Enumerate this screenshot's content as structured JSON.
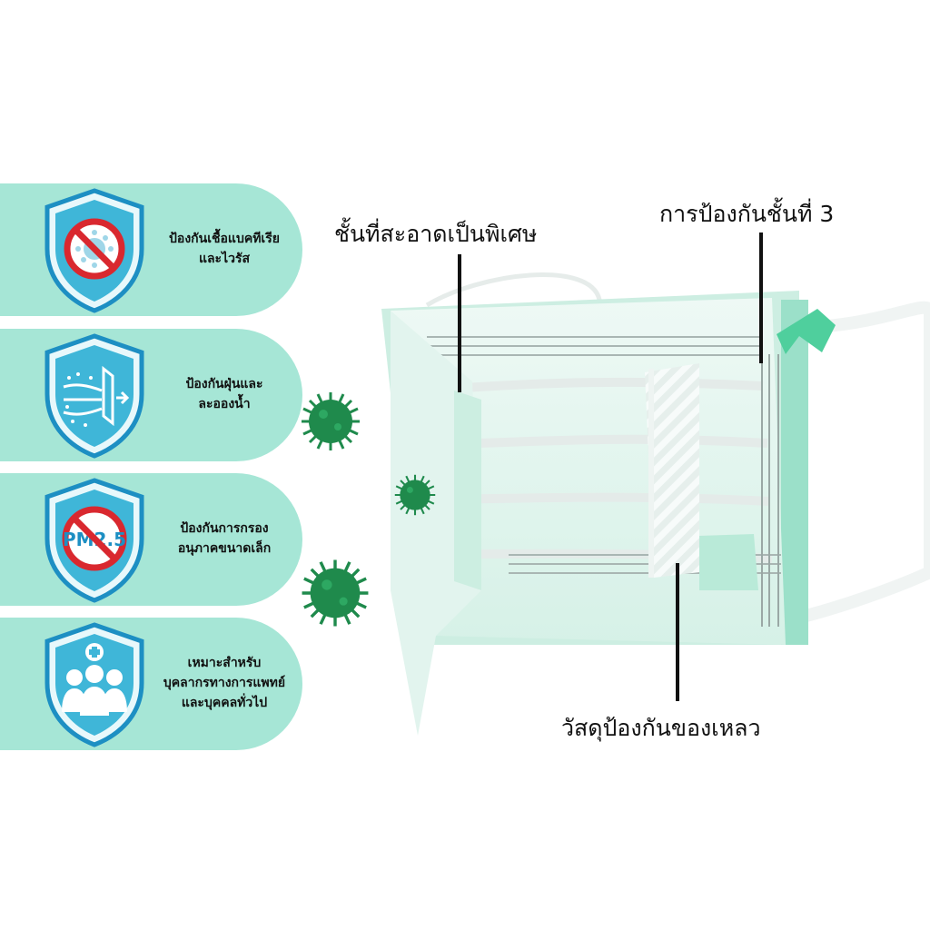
{
  "features": [
    {
      "icon": "no-virus-shield-icon",
      "line1": "ป้องกันเชื้อแบคทีเรีย",
      "line2": "และไวรัส",
      "line3": ""
    },
    {
      "icon": "dust-filter-shield-icon",
      "line1": "ป้องกันฝุ่นและ",
      "line2": "ละอองน้ำ",
      "line3": ""
    },
    {
      "icon": "no-pm25-shield-icon",
      "line1": "ป้องกันการกรอง",
      "line2": "อนุภาคขนาดเล็ก",
      "line3": ""
    },
    {
      "icon": "medical-staff-shield-icon",
      "line1": "เหมาะสำหรับ",
      "line2": "บุคลากรทางการแพทย์",
      "line3": "และบุคคลทั่วไป"
    }
  ],
  "pm_label": "PM2.5",
  "callouts": {
    "layer_clean": "ชั้นที่สะอาดเป็นพิเศษ",
    "layer_third": "การป้องกันชั้นที่ 3",
    "liquid_barrier": "วัสดุป้องกันของเหลว"
  },
  "colors": {
    "pill": "#a6e6d6",
    "shield_fill": "#3fb6d8",
    "shield_border": "#1d8fc3",
    "no_sign": "#d9282f",
    "virus": "#1f8a4c",
    "mask_green": "#9be0c9"
  }
}
